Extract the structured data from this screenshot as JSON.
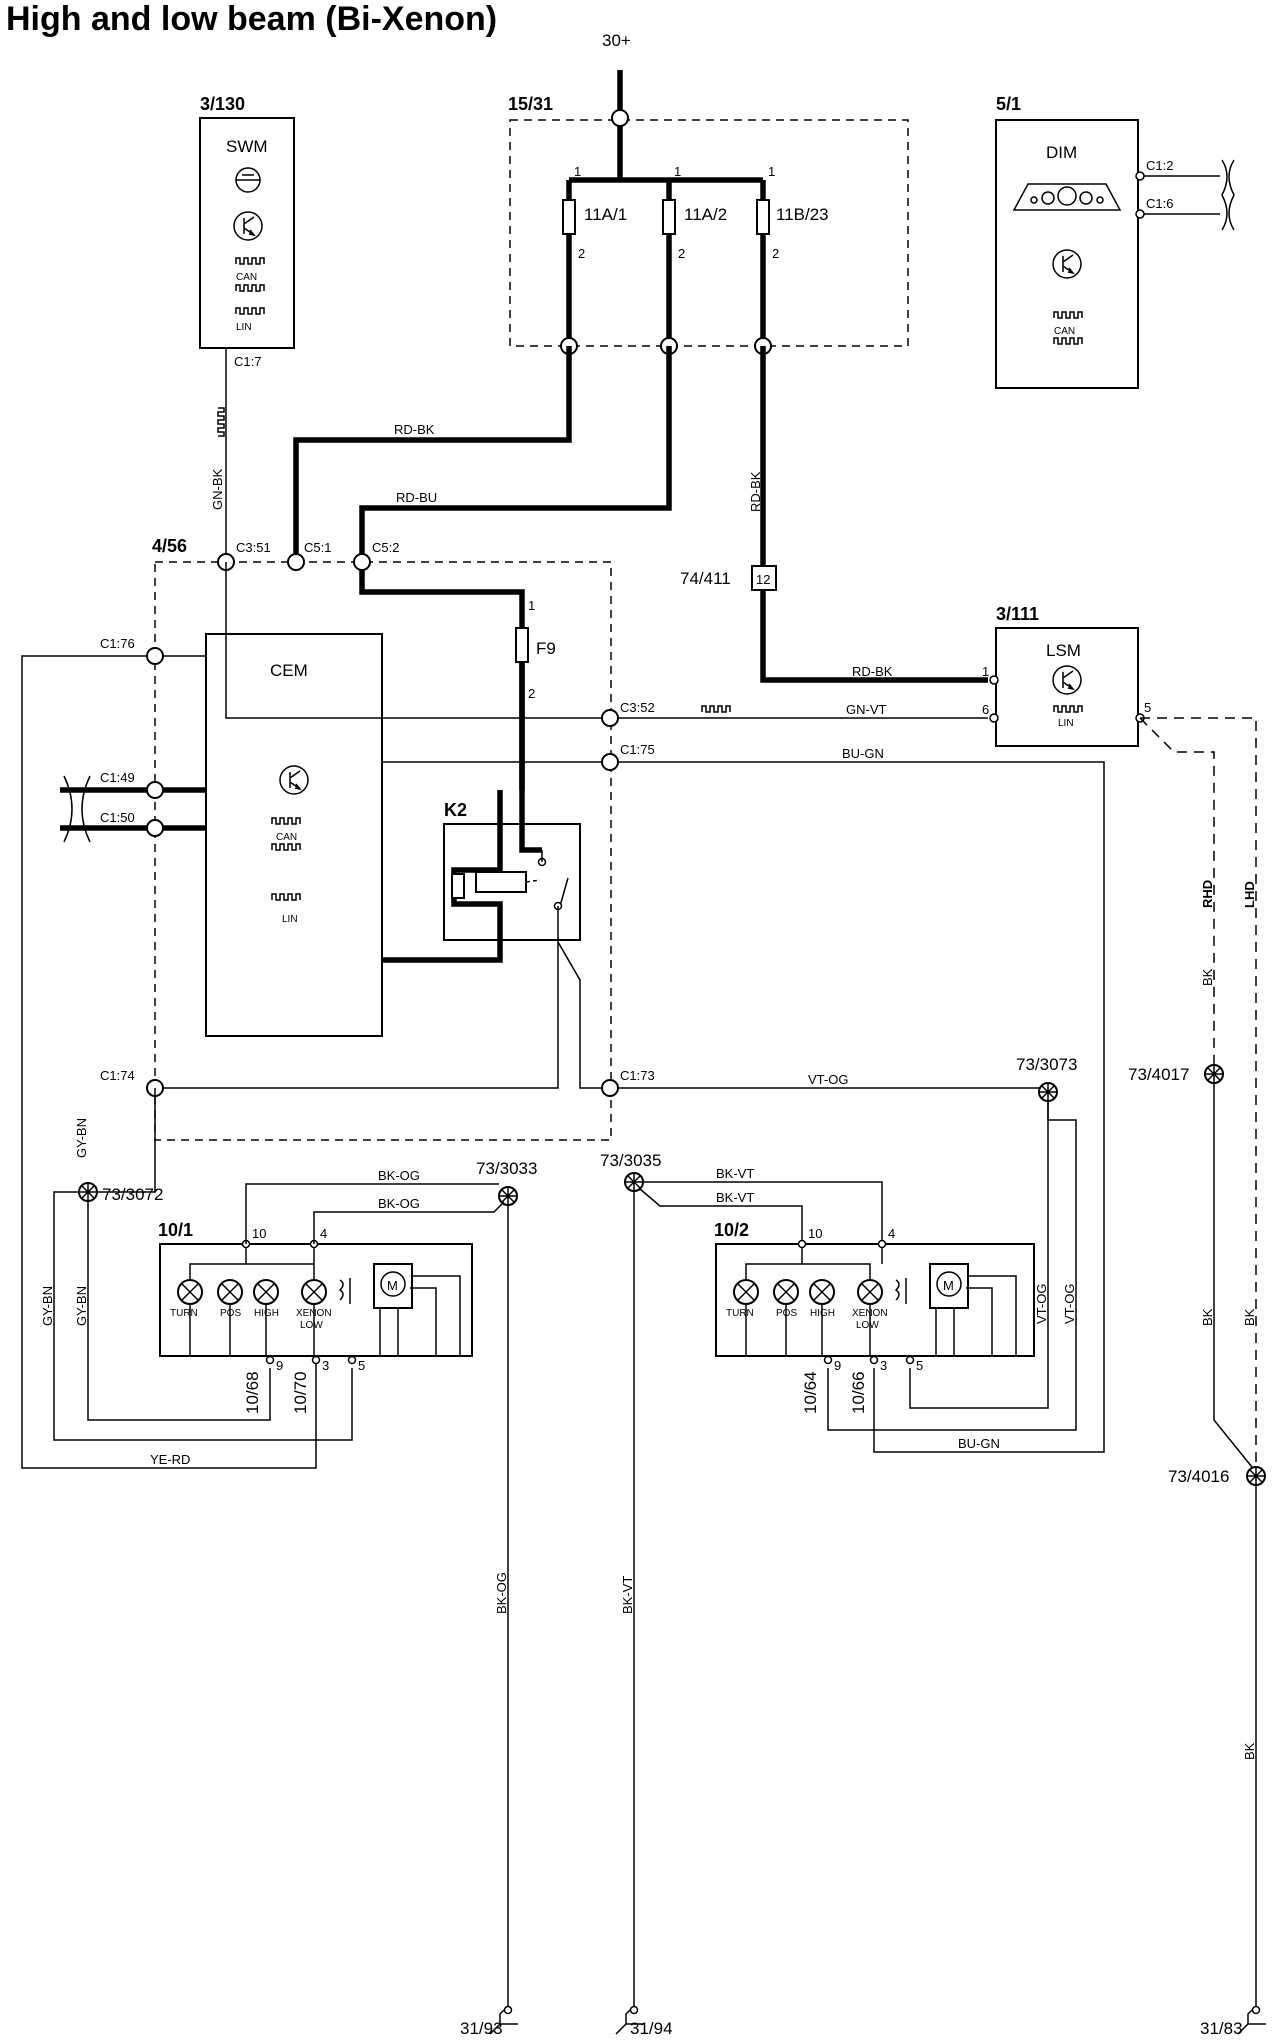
{
  "title": "High and low beam (Bi-Xenon)",
  "supply": "30+",
  "components": {
    "swm": {
      "id": "3/130",
      "name": "SWM",
      "can": "CAN",
      "lin": "LIN",
      "conn": "C1:7"
    },
    "fusebox": {
      "id": "15/31",
      "fuses": [
        "11A/1",
        "11A/2",
        "11B/23"
      ],
      "pin_in": "1",
      "pin_out": "2"
    },
    "dim": {
      "id": "5/1",
      "name": "DIM",
      "can": "CAN",
      "conn1": "C1:2",
      "conn2": "C1:6"
    },
    "cem_box": {
      "id": "4/56",
      "name": "CEM",
      "can": "CAN",
      "lin": "LIN",
      "conns": {
        "c351": "C3:51",
        "c51": "C5:1",
        "c52": "C5:2",
        "c176": "C1:76",
        "c352": "C3:52",
        "c175": "C1:75",
        "c149": "C1:49",
        "c150": "C1:50",
        "c174": "C1:74",
        "c173": "C1:73"
      }
    },
    "fuse_f9": {
      "name": "F9",
      "p1": "1",
      "p2": "2"
    },
    "relay": {
      "name": "K2"
    },
    "connector_74": {
      "id": "74/411",
      "pin": "12"
    },
    "lsm": {
      "id": "3/111",
      "name": "LSM",
      "lin": "LIN",
      "p1": "1",
      "p6": "6",
      "p5": "5"
    },
    "left_lamp": {
      "id": "10/1",
      "labels": [
        "TURN",
        "POS",
        "HIGH",
        "XENON",
        "LOW"
      ],
      "pins": {
        "p10": "10",
        "p4": "4",
        "p9": "9",
        "p3": "3",
        "p5": "5"
      },
      "conn_a": "10/68",
      "conn_b": "10/70"
    },
    "right_lamp": {
      "id": "10/2",
      "labels": [
        "TURN",
        "POS",
        "HIGH",
        "XENON",
        "LOW"
      ],
      "pins": {
        "p10": "10",
        "p4": "4",
        "p9": "9",
        "p3": "3",
        "p5": "5"
      },
      "conn_a": "10/64",
      "conn_b": "10/66"
    }
  },
  "splices": {
    "s3072": "73/3072",
    "s3033": "73/3033",
    "s3035": "73/3035",
    "s3073": "73/3073",
    "s4017": "73/4017",
    "s4016": "73/4016"
  },
  "wires": {
    "rd_bk": "RD-BK",
    "rd_bu": "RD-BU",
    "gn_bk": "GN-BK",
    "gn_vt": "GN-VT",
    "bu_gn": "BU-GN",
    "vt_og": "VT-OG",
    "gy_bn": "GY-BN",
    "bk_og": "BK-OG",
    "bk_vt": "BK-VT",
    "ye_rd": "YE-RD",
    "bk": "BK",
    "rhd": "RHD",
    "lhd": "LHD"
  },
  "grounds": [
    "31/93",
    "31/94",
    "31/83"
  ],
  "motor": "M"
}
